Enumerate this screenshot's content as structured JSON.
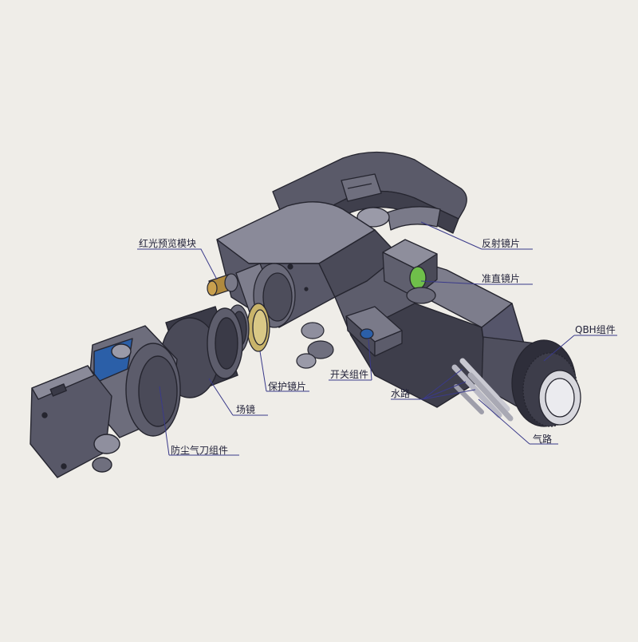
{
  "labels": {
    "red_light_preview_module": "红光预览模块",
    "reflective_lens": "反射镜片",
    "collimating_lens": "准直镜片",
    "qbh_assembly": "QBH组件",
    "switch_assembly": "开关组件",
    "water_path": "水路",
    "gas_path": "气路",
    "protective_lens": "保护镜片",
    "field_lens": "场镜",
    "dust_air_knife_assembly": "防尘气刀组件"
  },
  "colors": {
    "background": "#efede8",
    "body_dark": "#4f4f5e",
    "body_mid": "#6b6b7a",
    "body_light": "#8f8f9e",
    "edge": "#25252f",
    "lens_gold": "#c9b46a",
    "lens_green": "#6fbf4a",
    "accent_blue": "#2b5fa8",
    "brass": "#b08a3e",
    "leader": "#3a3a8a"
  }
}
